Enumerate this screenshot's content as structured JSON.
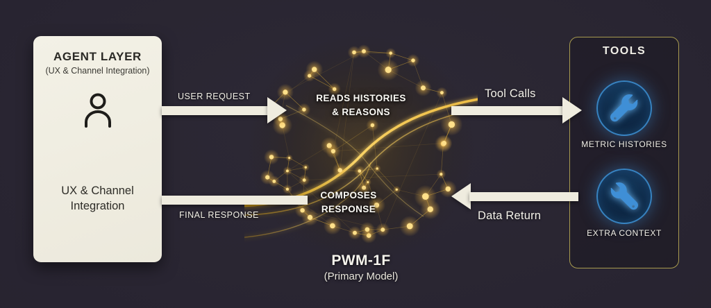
{
  "agent_layer": {
    "title": "AGENT LAYER",
    "subtitle": "(UX & Channel Integration)",
    "body_label_line1": "UX & Channel",
    "body_label_line2": "Integration",
    "icon": "person-icon"
  },
  "flows": {
    "user_request": "USER REQUEST",
    "final_response": "FINAL RESPONSE",
    "tool_calls": "Tool Calls",
    "data_return": "Data Return"
  },
  "model": {
    "reads_line1": "READS HISTORIES",
    "reads_line2": "& REASONS",
    "composes_line1": "COMPOSES",
    "composes_line2": "RESPONSE",
    "name": "PWM-1F",
    "subtitle": "(Primary Model)"
  },
  "tools": {
    "title": "TOOLS",
    "items": [
      {
        "icon": "wrench-icon",
        "label": "METRIC HISTORIES"
      },
      {
        "icon": "wrench-icon",
        "label": "EXTRA CONTEXT"
      }
    ]
  },
  "colors": {
    "background": "#272330",
    "panel_cream": "#f0eee3",
    "arrow_cream": "#efecdf",
    "network_gold": "#e9b949",
    "node_gold": "#ffd966",
    "tools_border_olive": "#a89b4f",
    "tool_icon_blue": "#3f8fd6",
    "text_light": "#f2f0e6",
    "text_dark": "#2a2925"
  }
}
